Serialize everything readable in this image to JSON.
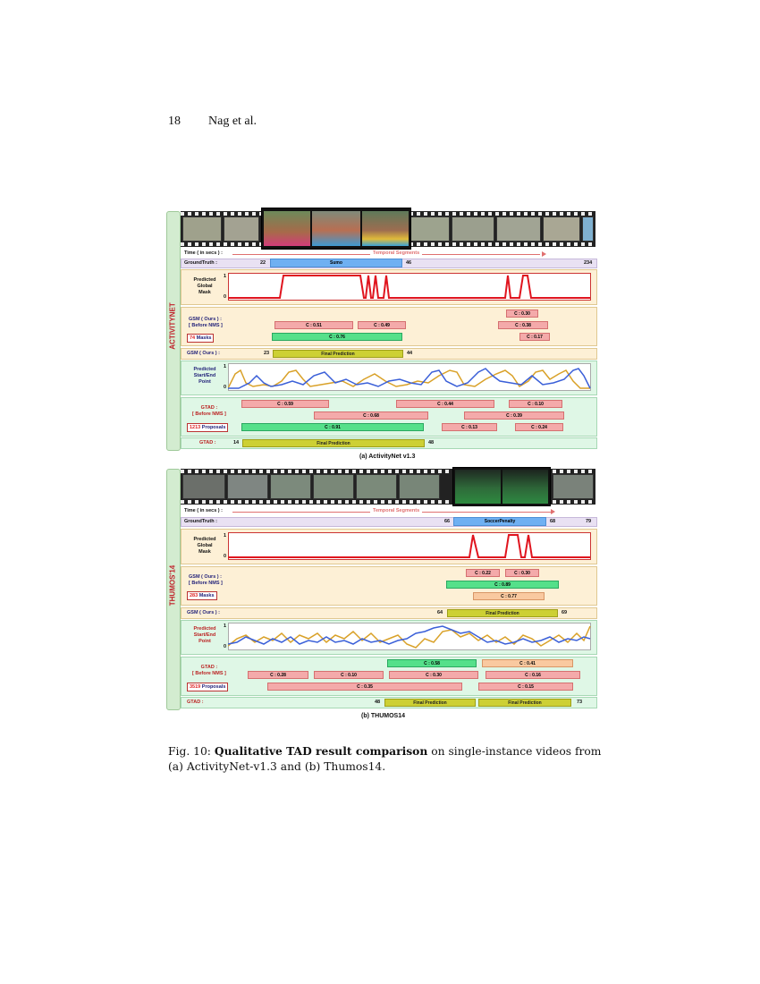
{
  "header": {
    "page_number": "18",
    "authors": "Nag et al."
  },
  "panel_a": {
    "side_label": "ACTIVITYNET",
    "time_label": "Time ( in secs ) :",
    "temporal_segments": "Temporal Segments",
    "gt_label": "GroundTruth :",
    "gt_start": "22",
    "gt_class": "Sumo",
    "gt_end": "46",
    "gt_total": "234",
    "mask_label": [
      "Predicted",
      "Global",
      "Mask"
    ],
    "axis_one": "1",
    "axis_zero": "0",
    "gsm_before_label": [
      "GSM ( Ours ) :",
      "[ Before NMS ]"
    ],
    "masks_count": "74",
    "masks_word": "Masks",
    "gsm_bars": [
      {
        "text": "C : 0.30",
        "cls": "pink"
      },
      {
        "text": "C : 0.51",
        "cls": "pink"
      },
      {
        "text": "C : 0.49",
        "cls": "pink"
      },
      {
        "text": "C : 0.38",
        "cls": "pink"
      },
      {
        "text": "C : 0.76",
        "cls": "green"
      },
      {
        "text": "C : 0.17",
        "cls": "pink"
      }
    ],
    "gsm_final_label": "GSM ( Ours ) :",
    "gsm_final_start": "23",
    "gsm_final_text": "Final Prediction",
    "gsm_final_end": "44",
    "startend_label": [
      "Predicted",
      "Start/End",
      "Point"
    ],
    "gtad_before_label": [
      "GTAD :",
      "[ Before NMS ]"
    ],
    "proposals_count": "1213",
    "proposals_word": "Proposals",
    "gtad_bars": [
      {
        "text": "C : 0.59",
        "cls": "pink"
      },
      {
        "text": "C : 0.44",
        "cls": "pink"
      },
      {
        "text": "C : 0.10",
        "cls": "pink"
      },
      {
        "text": "C : 0.68",
        "cls": "pink"
      },
      {
        "text": "C : 0.39",
        "cls": "pink"
      },
      {
        "text": "C : 0.91",
        "cls": "green"
      },
      {
        "text": "C : 0.13",
        "cls": "pink"
      },
      {
        "text": "C : 0.24",
        "cls": "pink"
      }
    ],
    "gtad_final_label": "GTAD :",
    "gtad_final_start": "14",
    "gtad_final_text": "Final Prediction",
    "gtad_final_end": "48",
    "sub_caption": "(a) ActivityNet v1.3"
  },
  "panel_b": {
    "side_label": "THUMOS'14",
    "time_label": "Time ( in secs ) :",
    "temporal_segments": "Temporal Segments",
    "gt_label": "GroundTruth :",
    "gt_start": "66",
    "gt_class": "SoccerPenalty",
    "gt_end": "68",
    "gt_total": "79",
    "mask_label": [
      "Predicted",
      "Global",
      "Mask"
    ],
    "axis_one": "1",
    "axis_zero": "0",
    "gsm_before_label": [
      "GSM ( Ours ) :",
      "[ Before NMS ]"
    ],
    "masks_count": "283",
    "masks_word": "Masks",
    "gsm_bars": [
      {
        "text": "C : 0.22",
        "cls": "pink"
      },
      {
        "text": "C : 0.30",
        "cls": "pink"
      },
      {
        "text": "C : 0.89",
        "cls": "green"
      },
      {
        "text": "C : 0.77",
        "cls": "peach"
      }
    ],
    "gsm_final_label": "GSM ( Ours ) :",
    "gsm_final_start": "64",
    "gsm_final_text": "Final Prediction",
    "gsm_final_end": "69",
    "startend_label": [
      "Predicted",
      "Start/End",
      "Point"
    ],
    "gtad_before_label": [
      "GTAD :",
      "[ Before NMS ]"
    ],
    "proposals_count": "3519",
    "proposals_word": "Proposals",
    "gtad_bars": [
      {
        "text": "C : 0.58",
        "cls": "green"
      },
      {
        "text": "C : 0.41",
        "cls": "peach"
      },
      {
        "text": "C : 0.28",
        "cls": "pink"
      },
      {
        "text": "C : 0.10",
        "cls": "pink"
      },
      {
        "text": "C : 0.30",
        "cls": "pink"
      },
      {
        "text": "C : 0.16",
        "cls": "pink"
      },
      {
        "text": "C : 0.35",
        "cls": "pink"
      },
      {
        "text": "C : 0.15",
        "cls": "pink"
      }
    ],
    "gtad_final_label": "GTAD :",
    "gtad_final_start": "48",
    "gtad_final_text_1": "Final Prediction",
    "gtad_final_text_2": "Final Prediction",
    "gtad_final_end": "73",
    "sub_caption": "(b) THUMOS14"
  },
  "caption": {
    "prefix": "Fig. 10: ",
    "bold": "Qualitative TAD result comparison",
    "rest_line1": " on single-instance videos from",
    "line2": "(a) ActivityNet-v1.3 and (b) Thumos14."
  },
  "colors": {
    "mask_red": "#e0141e",
    "start_blue": "#3a5fd8",
    "end_orange": "#d9a128"
  }
}
